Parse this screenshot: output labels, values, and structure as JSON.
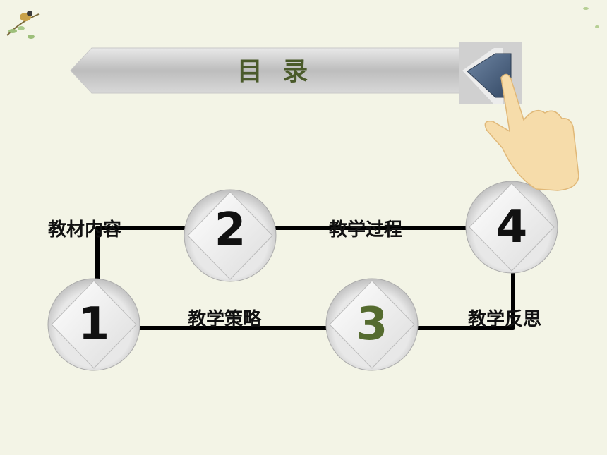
{
  "title": "目 录",
  "steps": [
    {
      "number": "1",
      "label": "教学策略"
    },
    {
      "number": "2",
      "label": "教材内容"
    },
    {
      "number": "3",
      "label": "教学过程"
    },
    {
      "number": "4",
      "label": "教学反思"
    }
  ],
  "colors": {
    "background": "#f3f4e6",
    "title": "#4a5a2a",
    "number_default": "#111111",
    "number_highlight": "#556b2f",
    "path": "#000000",
    "arrow": "#4a5f7a"
  },
  "icons": [
    "bird-branch-icon",
    "pointing-hand-icon",
    "back-arrow-icon",
    "leaf-icon"
  ]
}
